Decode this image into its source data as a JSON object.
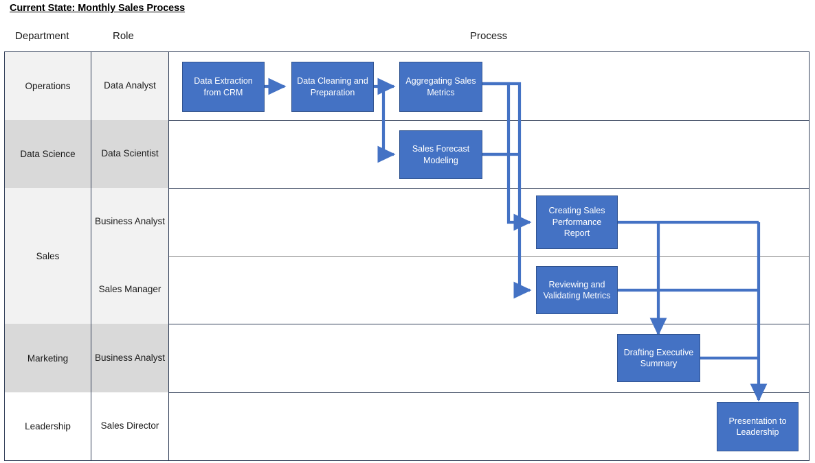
{
  "title": "Current State: Monthly Sales Process",
  "headers": {
    "department": "Department",
    "role": "Role",
    "process": "Process"
  },
  "colors": {
    "box_fill": "#4472C4",
    "box_border": "#2F528F",
    "connector": "#4472C4",
    "lane_shade_light": "#F2F2F2",
    "lane_shade_dark": "#D9D9D9",
    "grid_border": "#2F3C56",
    "lane_divider": "#808080",
    "box_text": "#FFFFFF"
  },
  "lanes": [
    {
      "department": "Operations",
      "role": "Data Analyst",
      "shade": "light"
    },
    {
      "department": "Data Science",
      "role": "Data Scientist",
      "shade": "dark"
    },
    {
      "department": "Sales",
      "role": "Business Analyst",
      "shade": "light"
    },
    {
      "department": "Sales",
      "role": "Sales Manager",
      "shade": "light"
    },
    {
      "department": "Marketing",
      "role": "Business Analyst",
      "shade": "dark"
    },
    {
      "department": "Leadership",
      "role": "Sales Director",
      "shade": "white"
    }
  ],
  "process_steps": [
    {
      "id": "step-data-extraction",
      "label": "Data Extraction from CRM",
      "lane": "Operations / Data Analyst"
    },
    {
      "id": "step-data-cleaning",
      "label": "Data Cleaning and Preparation",
      "lane": "Operations / Data Analyst"
    },
    {
      "id": "step-aggregating-metrics",
      "label": "Aggregating Sales Metrics",
      "lane": "Operations / Data Analyst"
    },
    {
      "id": "step-sales-forecast",
      "label": "Sales Forecast Modeling",
      "lane": "Data Science / Data Scientist"
    },
    {
      "id": "step-creating-report",
      "label": "Creating Sales Performance Report",
      "lane": "Sales / Business Analyst"
    },
    {
      "id": "step-reviewing-metrics",
      "label": "Reviewing and Validating Metrics",
      "lane": "Sales / Sales Manager"
    },
    {
      "id": "step-drafting-summary",
      "label": "Drafting Executive Summary",
      "lane": "Marketing / Business Analyst"
    },
    {
      "id": "step-presentation",
      "label": "Presentation to Leadership",
      "lane": "Leadership / Sales Director"
    }
  ],
  "connections": [
    {
      "from": "step-data-extraction",
      "to": "step-data-cleaning"
    },
    {
      "from": "step-data-cleaning",
      "to": "step-aggregating-metrics"
    },
    {
      "from": "step-data-cleaning",
      "to": "step-sales-forecast"
    },
    {
      "from": "step-aggregating-metrics",
      "to": "step-creating-report"
    },
    {
      "from": "step-aggregating-metrics",
      "to": "step-reviewing-metrics"
    },
    {
      "from": "step-sales-forecast",
      "to": "step-creating-report"
    },
    {
      "from": "step-sales-forecast",
      "to": "step-reviewing-metrics"
    },
    {
      "from": "step-creating-report",
      "to": "step-drafting-summary"
    },
    {
      "from": "step-creating-report",
      "to": "step-presentation"
    },
    {
      "from": "step-reviewing-metrics",
      "to": "step-presentation"
    },
    {
      "from": "step-drafting-summary",
      "to": "step-presentation"
    }
  ]
}
